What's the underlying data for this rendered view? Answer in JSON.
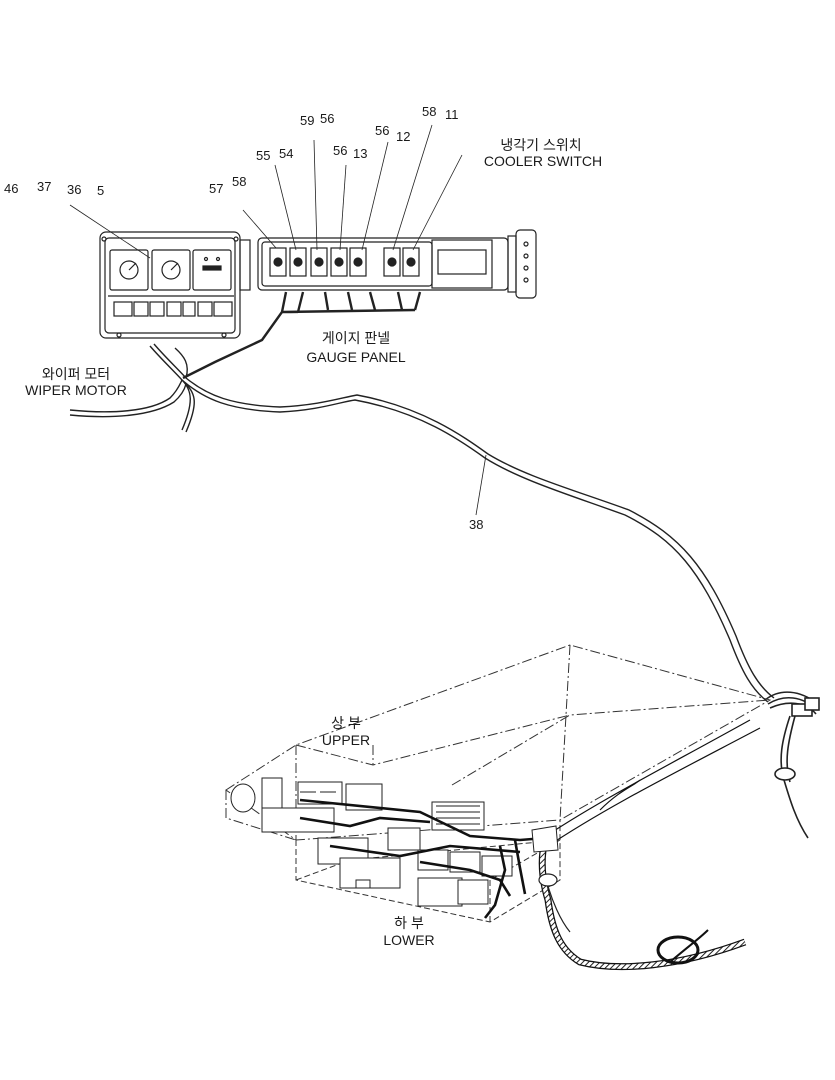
{
  "callouts": {
    "n46": "46",
    "n37": "37",
    "n36": "36",
    "n5": "5",
    "n57": "57",
    "n58a": "58",
    "n55": "55",
    "n54": "54",
    "n59": "59",
    "n56a": "56",
    "n56b": "56",
    "n13": "13",
    "n56c": "56",
    "n12": "12",
    "n58b": "58",
    "n11": "11",
    "n38": "38"
  },
  "labels": {
    "cooler_switch_ko": "냉각기 스위치",
    "cooler_switch_en": "COOLER SWITCH",
    "gauge_panel_ko": "게이지 판넬",
    "gauge_panel_en": "GAUGE PANEL",
    "wiper_motor_ko": "와이퍼 모터",
    "wiper_motor_en": "WIPER MOTOR",
    "upper_ko": "상 부",
    "upper_en": "UPPER",
    "lower_ko": "하 부",
    "lower_en": "LOWER"
  },
  "colors": {
    "ink": "#1a1a1a",
    "background": "#ffffff"
  }
}
